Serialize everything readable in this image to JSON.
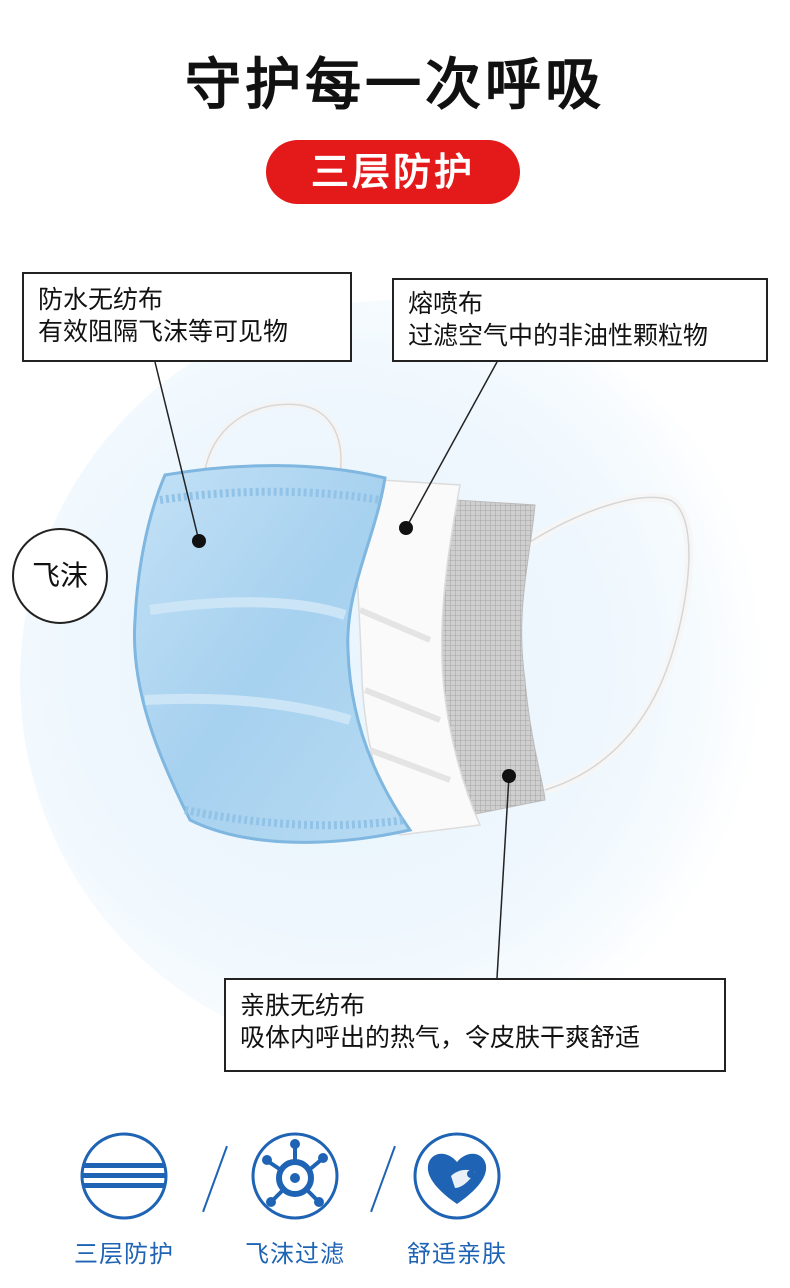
{
  "headline": "守护每一次呼吸",
  "badge": "三层防护",
  "droplet_label": "飞沫",
  "callouts": [
    {
      "title": "防水无纺布",
      "desc": "有效阻隔飞沫等可见物"
    },
    {
      "title": "熔喷布",
      "desc": "过滤空气中的非油性颗粒物"
    },
    {
      "title": "亲肤无纺布",
      "desc": "吸体内呼出的热气，令皮肤干爽舒适"
    }
  ],
  "features": [
    {
      "label": "三层防护",
      "icon": "layers-icon"
    },
    {
      "label": "飞沫过滤",
      "icon": "droplet-filter-icon"
    },
    {
      "label": "舒适亲肤",
      "icon": "heart-icon"
    }
  ],
  "colors": {
    "accent_red": "#e41a1a",
    "brand_blue": "#1e63b4",
    "mask_blue": "#a9d3f0"
  }
}
